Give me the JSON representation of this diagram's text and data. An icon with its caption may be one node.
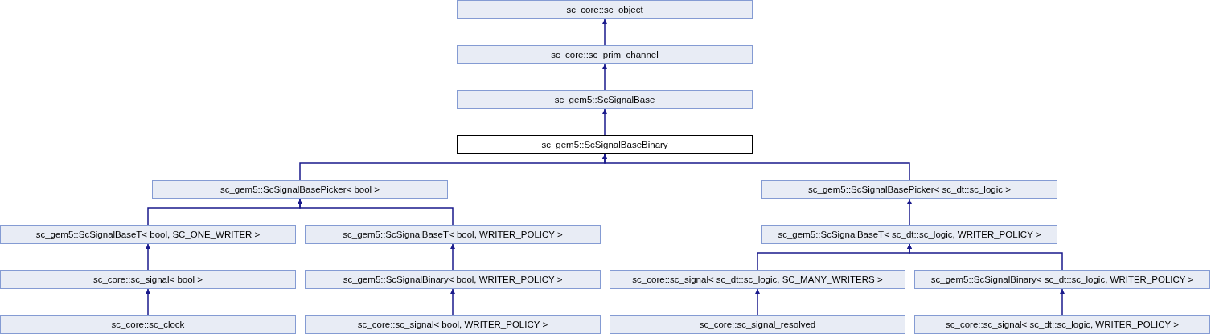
{
  "diagram": {
    "nodes": [
      {
        "text": [
          "sc_core::sc_object"
        ]
      },
      {
        "text": [
          "sc_core::sc_prim_channel"
        ]
      },
      {
        "text": [
          "sc_gem5::ScSignalBase"
        ]
      },
      {
        "text": [
          "sc_gem5::ScSignalBaseBinary"
        ]
      },
      {
        "text": [
          "sc_gem5::ScSignalBasePicker< bool >"
        ]
      },
      {
        "text": [
          "sc_gem5::ScSignalBasePicker< sc_dt::sc_logic >"
        ]
      },
      {
        "text": [
          "sc_gem5::ScSignalBaseT< bool, SC_ONE_WRITER >"
        ]
      },
      {
        "text": [
          "sc_gem5::ScSignalBaseT< bool, WRITER_POLICY >"
        ]
      },
      {
        "text": [
          "sc_gem5::ScSignalBaseT< sc_dt::sc_logic, WRITER_POLICY >"
        ]
      },
      {
        "text": [
          "sc_core::sc_signal< bool >"
        ]
      },
      {
        "text": [
          "sc_gem5::ScSignalBinary< bool, WRITER_POLICY >"
        ]
      },
      {
        "text": [
          "sc_core::sc_signal< sc_dt::sc_logic, SC_MANY_WRITERS >"
        ]
      },
      {
        "text": [
          "sc_gem5::ScSignalBinary< sc_dt::sc_logic, WRITER_POLICY >"
        ]
      },
      {
        "text": [
          "sc_core::sc_clock"
        ]
      },
      {
        "text": [
          "sc_core::sc_signal< bool, WRITER_POLICY >"
        ]
      },
      {
        "text": [
          "sc_core::sc_signal_resolved"
        ]
      },
      {
        "text": [
          "sc_core::sc_signal< sc_dt::sc_logic, WRITER_POLICY >"
        ]
      }
    ],
    "edges": [
      {
        "from": 1,
        "to": 0,
        "arrow": "to"
      },
      {
        "from": 2,
        "to": 1,
        "arrow": "to"
      },
      {
        "from": 3,
        "to": 2,
        "arrow": "to"
      },
      {
        "from": 4,
        "to": 3,
        "arrow": "to"
      },
      {
        "from": 5,
        "to": 3,
        "arrow": "to"
      },
      {
        "from": 6,
        "to": 4,
        "arrow": "to"
      },
      {
        "from": 7,
        "to": 4,
        "arrow": "to"
      },
      {
        "from": 8,
        "to": 5,
        "arrow": "to"
      },
      {
        "from": 9,
        "to": 6,
        "arrow": "to"
      },
      {
        "from": 10,
        "to": 7,
        "arrow": "to"
      },
      {
        "from": 11,
        "to": 8,
        "arrow": "to"
      },
      {
        "from": 12,
        "to": 8,
        "arrow": "to"
      },
      {
        "from": 13,
        "to": 9,
        "arrow": "to"
      },
      {
        "from": 14,
        "to": 10,
        "arrow": "to"
      },
      {
        "from": 15,
        "to": 11,
        "arrow": "to"
      },
      {
        "from": 16,
        "to": 12,
        "arrow": "to"
      }
    ]
  }
}
